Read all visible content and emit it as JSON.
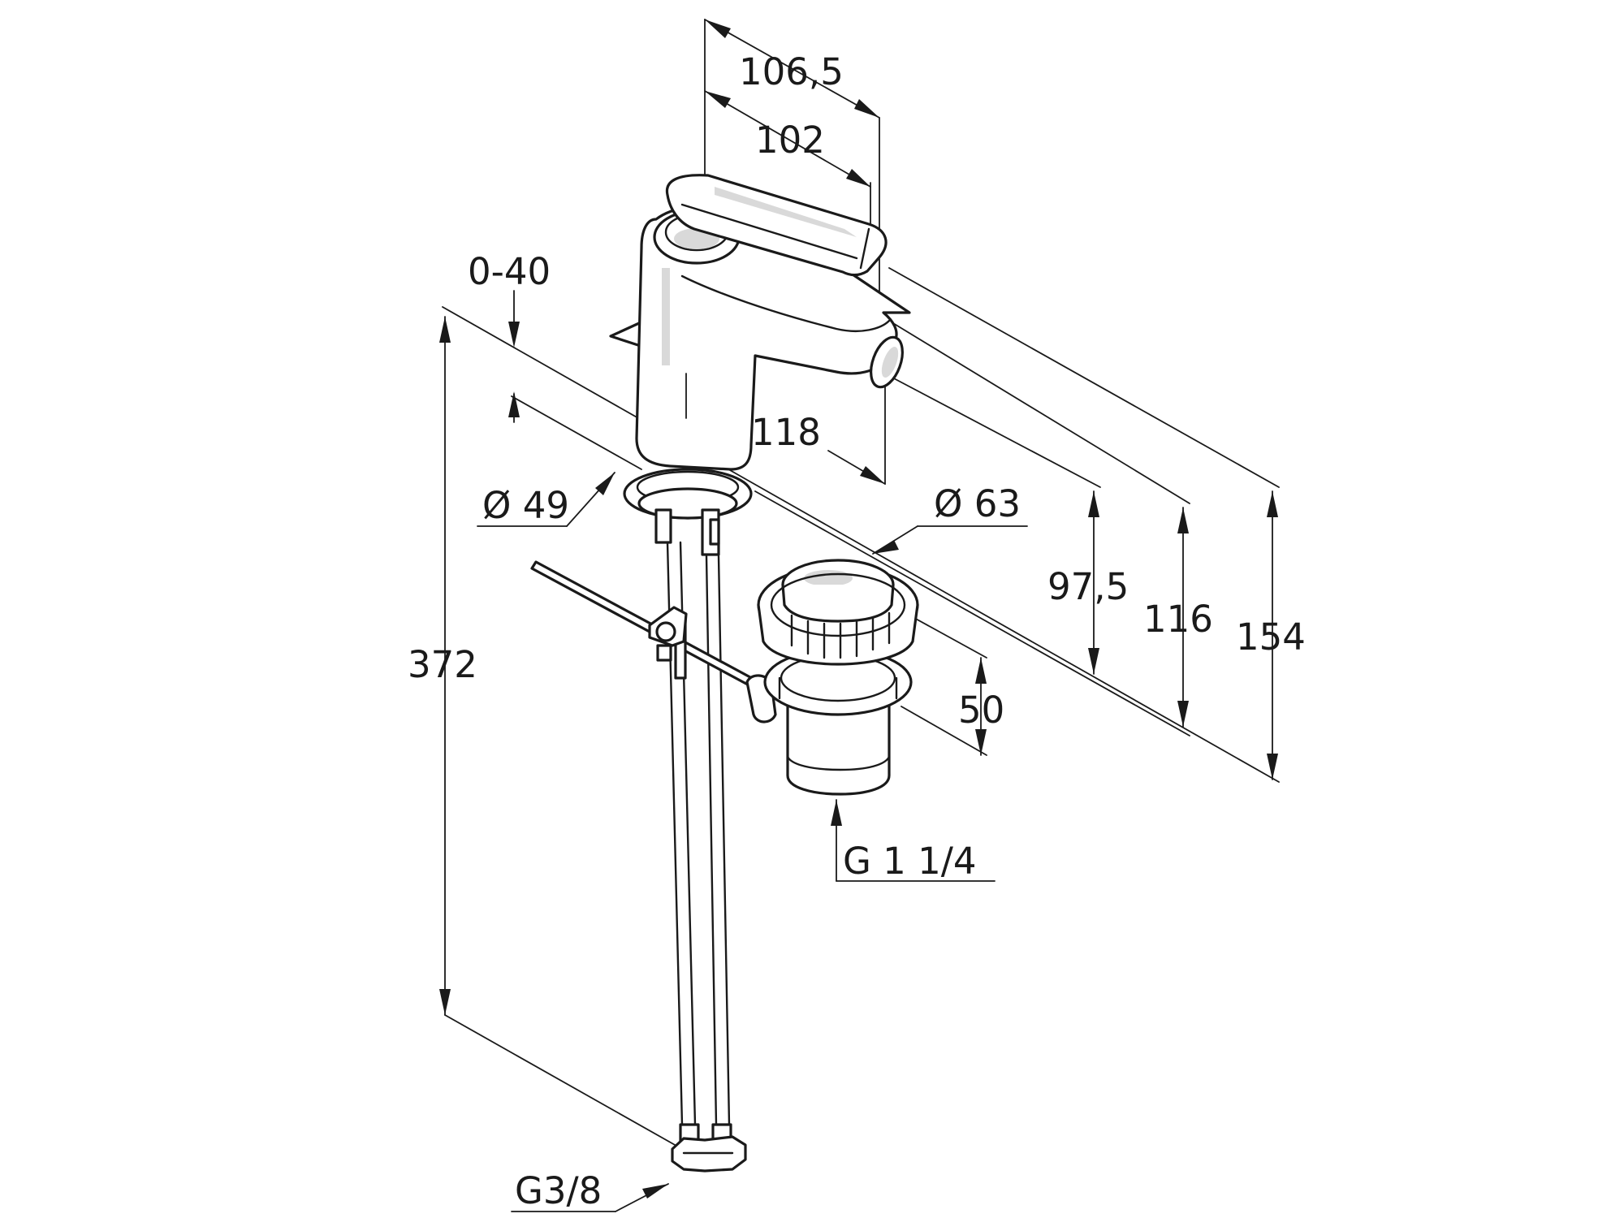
{
  "dimensions": {
    "w1065": "106,5",
    "w102": "102",
    "d0_40": "0-40",
    "w118": "118",
    "dia49": "Ø 49",
    "dia63": "Ø 63",
    "h975": "97,5",
    "h116": "116",
    "h154": "154",
    "h372": "372",
    "h50": "50",
    "g114": "G 1 1/4",
    "g38": "G3/8"
  },
  "colors": {
    "line": "#1a1a1a",
    "shade": "#d9d9d9",
    "background": "#ffffff"
  }
}
